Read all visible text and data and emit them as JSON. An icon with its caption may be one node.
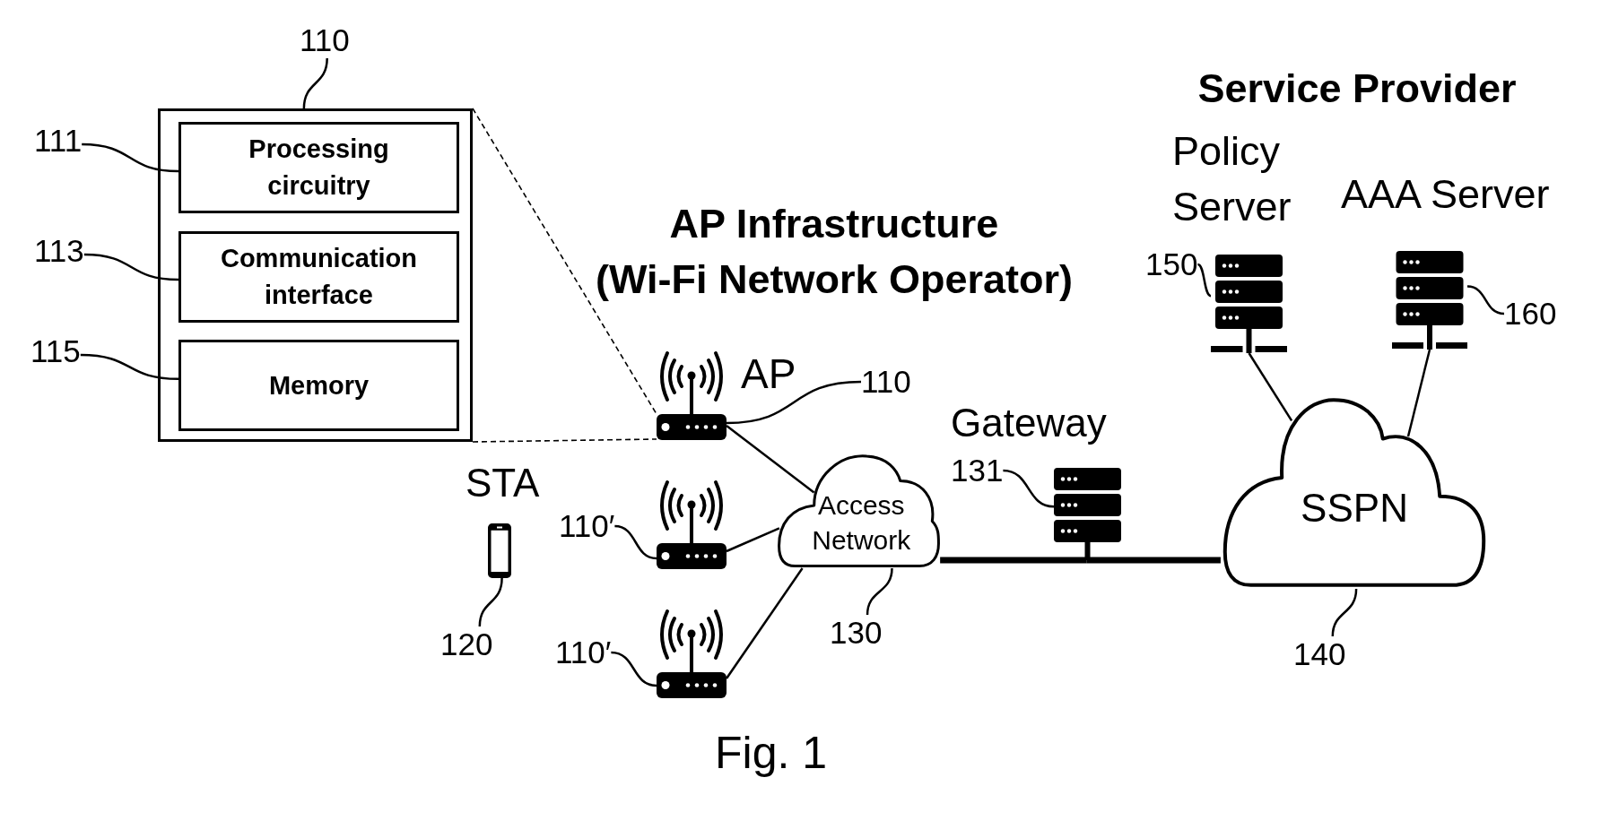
{
  "diagram": {
    "caption": "Fig. 1",
    "nodes": [
      {
        "text": [],
        "shape": "box"
      },
      {
        "text": [
          "Processing circuitry"
        ],
        "in": 0
      },
      {
        "text": [
          "Communication interface"
        ],
        "in": 0
      },
      {
        "text": [
          "Memory"
        ],
        "in": 0
      },
      {
        "text": [
          "110"
        ]
      },
      {
        "text": [
          "111"
        ]
      },
      {
        "text": [
          "113"
        ]
      },
      {
        "text": [
          "115"
        ]
      },
      {
        "text": [],
        "shape": "picture",
        "beside": [
          "AP"
        ]
      },
      {
        "text": [
          "110"
        ]
      },
      {
        "text": [],
        "shape": "picture",
        "beside": [
          "STA"
        ]
      },
      {
        "text": [
          "120"
        ]
      },
      {
        "text": [],
        "shape": "picture"
      },
      {
        "text": [
          "110′"
        ]
      },
      {
        "text": [],
        "shape": "picture"
      },
      {
        "text": [
          "110′"
        ]
      },
      {
        "text": [
          "Access Network"
        ]
      },
      {
        "text": [
          "130"
        ]
      },
      {
        "text": [],
        "shape": "picture",
        "beside": [
          "Gateway"
        ]
      },
      {
        "text": [
          "131"
        ]
      },
      {
        "text": [
          "SSPN"
        ]
      },
      {
        "text": [
          "140"
        ]
      },
      {
        "text": [],
        "shape": "picture",
        "beside": [
          "Policy Server"
        ]
      },
      {
        "text": [
          "150"
        ]
      },
      {
        "text": [],
        "shape": "picture",
        "beside": [
          "AAA Server"
        ]
      },
      {
        "text": [
          "160"
        ]
      }
    ],
    "edges": [
      {
        "from": 4,
        "to": 0,
        "arrow": "none"
      },
      {
        "from": 5,
        "to": 1,
        "arrow": "none"
      },
      {
        "from": 6,
        "to": 2,
        "arrow": "none"
      },
      {
        "from": 7,
        "to": 3,
        "arrow": "none"
      },
      {
        "from": 0,
        "to": 8,
        "arrow": "none",
        "style": "dashed"
      },
      {
        "from": 0,
        "to": 8,
        "arrow": "none",
        "style": "dashed"
      },
      {
        "from": 9,
        "to": 8,
        "arrow": "none"
      },
      {
        "from": 8,
        "to": 16,
        "arrow": "none"
      },
      {
        "from": 11,
        "to": 10,
        "arrow": "none"
      },
      {
        "from": 13,
        "to": 12,
        "arrow": "none"
      },
      {
        "from": 12,
        "to": 16,
        "arrow": "none"
      },
      {
        "from": 15,
        "to": 14,
        "arrow": "none"
      },
      {
        "from": 14,
        "to": 16,
        "arrow": "none"
      },
      {
        "from": 17,
        "to": 16,
        "arrow": "none"
      },
      {
        "from": 16,
        "to": 18,
        "arrow": "none",
        "style": "thick"
      },
      {
        "from": 18,
        "to": 20,
        "arrow": "none",
        "style": "thick"
      },
      {
        "from": 19,
        "to": 18,
        "arrow": "none"
      },
      {
        "from": 21,
        "to": 20,
        "arrow": "none"
      },
      {
        "from": 22,
        "to": 20,
        "arrow": "none"
      },
      {
        "from": 23,
        "to": 22,
        "arrow": "none"
      },
      {
        "from": 24,
        "to": 20,
        "arrow": "none"
      },
      {
        "from": 25,
        "to": 24,
        "arrow": "none"
      }
    ],
    "labels": [
      "AP Infrastructure (Wi-Fi Network Operator)",
      "Service Provider"
    ]
  }
}
